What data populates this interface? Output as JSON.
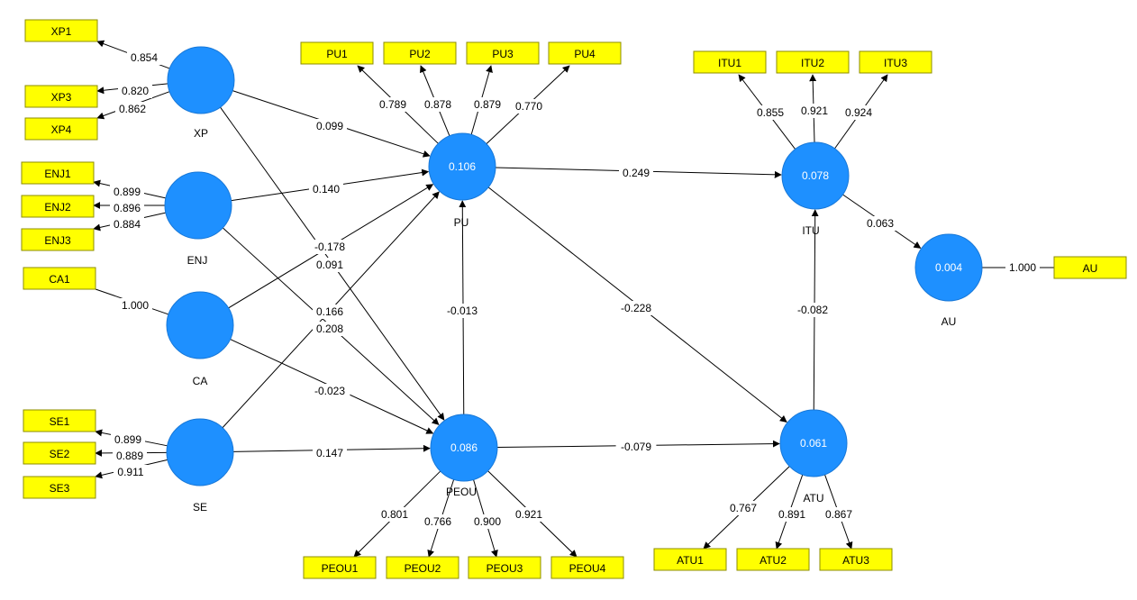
{
  "colors": {
    "construct_fill": "#1e90ff",
    "construct_stroke": "#1878d8",
    "indicator_fill": "#ffff00",
    "indicator_stroke": "#8c8c00",
    "line": "#000000",
    "label_bg": "#ffffff"
  },
  "constructs": [
    {
      "id": "XP",
      "label": "XP",
      "value": ""
    },
    {
      "id": "ENJ",
      "label": "ENJ",
      "value": ""
    },
    {
      "id": "CA",
      "label": "CA",
      "value": ""
    },
    {
      "id": "SE",
      "label": "SE",
      "value": ""
    },
    {
      "id": "PU",
      "label": "PU",
      "value": "0.106"
    },
    {
      "id": "PEOU",
      "label": "PEOU",
      "value": "0.086"
    },
    {
      "id": "ITU",
      "label": "ITU",
      "value": "0.078"
    },
    {
      "id": "ATU",
      "label": "ATU",
      "value": "0.061"
    },
    {
      "id": "AU",
      "label": "AU",
      "value": "0.004"
    }
  ],
  "indicators": [
    {
      "id": "XP1",
      "label": "XP1",
      "construct": "XP",
      "loading": "0.854"
    },
    {
      "id": "XP3",
      "label": "XP3",
      "construct": "XP",
      "loading": "0.820"
    },
    {
      "id": "XP4",
      "label": "XP4",
      "construct": "XP",
      "loading": "0.862"
    },
    {
      "id": "ENJ1",
      "label": "ENJ1",
      "construct": "ENJ",
      "loading": "0.899"
    },
    {
      "id": "ENJ2",
      "label": "ENJ2",
      "construct": "ENJ",
      "loading": "0.896"
    },
    {
      "id": "ENJ3",
      "label": "ENJ3",
      "construct": "ENJ",
      "loading": "0.884"
    },
    {
      "id": "CA1",
      "label": "CA1",
      "construct": "CA",
      "loading": "1.000"
    },
    {
      "id": "SE1",
      "label": "SE1",
      "construct": "SE",
      "loading": "0.899"
    },
    {
      "id": "SE2",
      "label": "SE2",
      "construct": "SE",
      "loading": "0.889"
    },
    {
      "id": "SE3",
      "label": "SE3",
      "construct": "SE",
      "loading": "0.911"
    },
    {
      "id": "PU1",
      "label": "PU1",
      "construct": "PU",
      "loading": "0.789"
    },
    {
      "id": "PU2",
      "label": "PU2",
      "construct": "PU",
      "loading": "0.878"
    },
    {
      "id": "PU3",
      "label": "PU3",
      "construct": "PU",
      "loading": "0.879"
    },
    {
      "id": "PU4",
      "label": "PU4",
      "construct": "PU",
      "loading": "0.770"
    },
    {
      "id": "ITU1",
      "label": "ITU1",
      "construct": "ITU",
      "loading": "0.855"
    },
    {
      "id": "ITU2",
      "label": "ITU2",
      "construct": "ITU",
      "loading": "0.921"
    },
    {
      "id": "ITU3",
      "label": "ITU3",
      "construct": "ITU",
      "loading": "0.924"
    },
    {
      "id": "PEOU1",
      "label": "PEOU1",
      "construct": "PEOU",
      "loading": "0.801"
    },
    {
      "id": "PEOU2",
      "label": "PEOU2",
      "construct": "PEOU",
      "loading": "0.766"
    },
    {
      "id": "PEOU3",
      "label": "PEOU3",
      "construct": "PEOU",
      "loading": "0.900"
    },
    {
      "id": "PEOU4",
      "label": "PEOU4",
      "construct": "PEOU",
      "loading": "0.921"
    },
    {
      "id": "ATU1",
      "label": "ATU1",
      "construct": "ATU",
      "loading": "0.767"
    },
    {
      "id": "ATU2",
      "label": "ATU2",
      "construct": "ATU",
      "loading": "0.891"
    },
    {
      "id": "ATU3",
      "label": "ATU3",
      "construct": "ATU",
      "loading": "0.867"
    },
    {
      "id": "AU",
      "label": "AU",
      "construct": "AU",
      "loading": "1.000"
    }
  ],
  "paths": [
    {
      "from": "XP",
      "to": "PU",
      "coef": "0.099"
    },
    {
      "from": "ENJ",
      "to": "PU",
      "coef": "0.140"
    },
    {
      "from": "CA",
      "to": "PU",
      "coef": "0.091"
    },
    {
      "from": "SE",
      "to": "PU",
      "coef": "0.166"
    },
    {
      "from": "XP",
      "to": "PEOU",
      "coef": "-0.178"
    },
    {
      "from": "ENJ",
      "to": "PEOU",
      "coef": "0.208"
    },
    {
      "from": "CA",
      "to": "PEOU",
      "coef": "-0.023"
    },
    {
      "from": "SE",
      "to": "PEOU",
      "coef": "0.147"
    },
    {
      "from": "PEOU",
      "to": "PU",
      "coef": "-0.013"
    },
    {
      "from": "PU",
      "to": "ITU",
      "coef": "0.249"
    },
    {
      "from": "PU",
      "to": "ATU",
      "coef": "-0.228"
    },
    {
      "from": "PEOU",
      "to": "ATU",
      "coef": "-0.079"
    },
    {
      "from": "ATU",
      "to": "ITU",
      "coef": "-0.082"
    },
    {
      "from": "ITU",
      "to": "AU",
      "coef": "0.063"
    }
  ]
}
